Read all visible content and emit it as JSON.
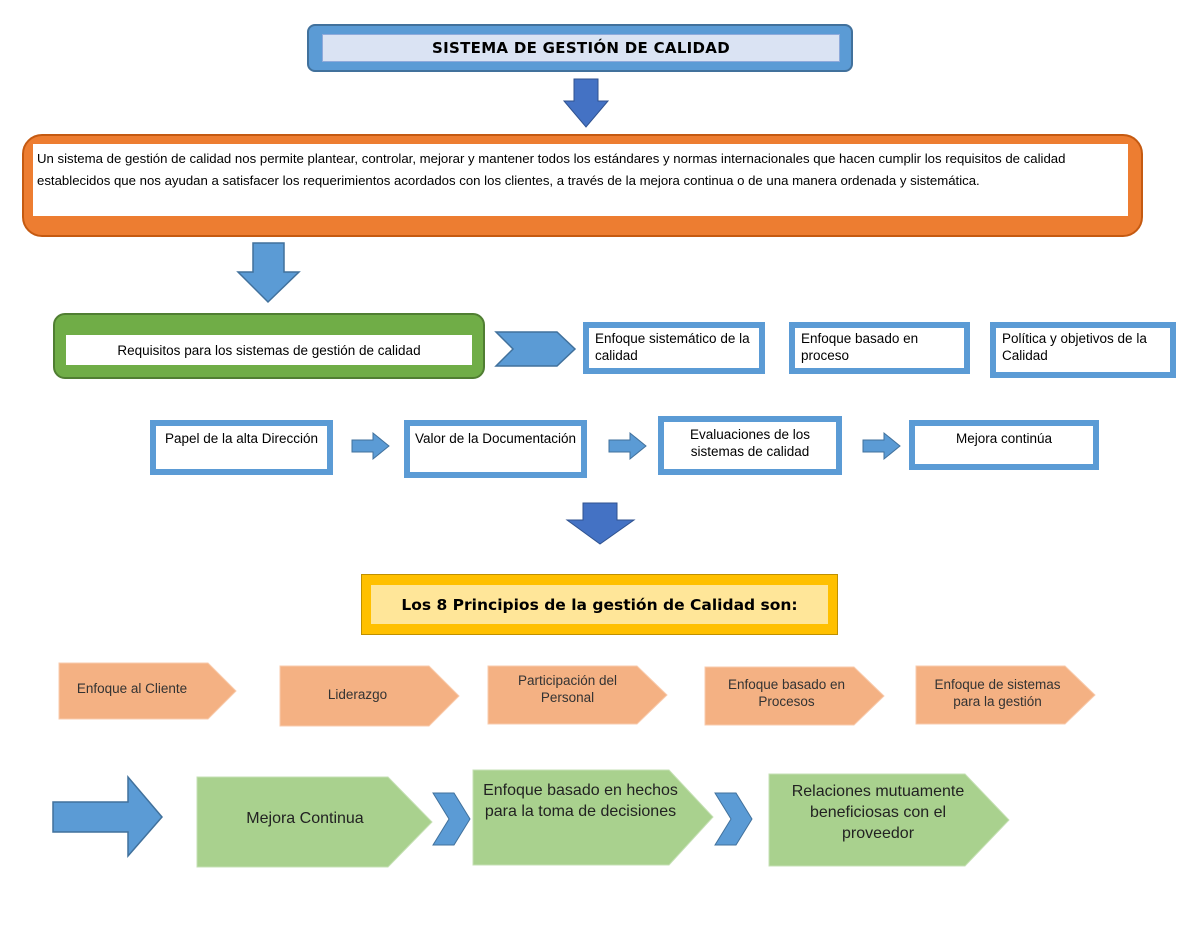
{
  "title": "SISTEMA DE GESTIÓN DE CALIDAD",
  "definition": "Un sistema de gestión de calidad nos permite plantear, controlar, mejorar y mantener todos los estándares y normas internacionales que hacen cumplir los requisitos de calidad establecidos que nos ayudan a satisfacer los requerimientos acordados con los clientes, a través de la mejora continua o de una manera ordenada y sistemática.",
  "requirements": {
    "label": "Requisitos para los sistemas de gestión de calidad",
    "items": [
      "Enfoque sistemático de la calidad",
      "Enfoque basado en proceso",
      "Política y objetivos de la Calidad"
    ]
  },
  "process_row": [
    "Papel de la alta Dirección",
    "Valor de la Documentación",
    "Evaluaciones de los sistemas de calidad",
    "Mejora continúa"
  ],
  "principles": {
    "title": "Los 8 Principios de la gestión de Calidad son:",
    "first_row": [
      "Enfoque al Cliente",
      "Liderazgo",
      "Participación del Personal",
      "Enfoque basado en Procesos",
      "Enfoque de sistemas para la gestión"
    ],
    "second_row": [
      "Mejora Continua",
      "Enfoque basado en hechos para la toma de decisiones",
      "Relaciones mutuamente beneficiosas con el proveedor"
    ]
  },
  "colors": {
    "blue": "#5b9bd5",
    "orange": "#ed7d31",
    "green": "#70ad47",
    "gold": "#ffc000",
    "salmon": "#f4b183",
    "light_green": "#a9d18e"
  }
}
